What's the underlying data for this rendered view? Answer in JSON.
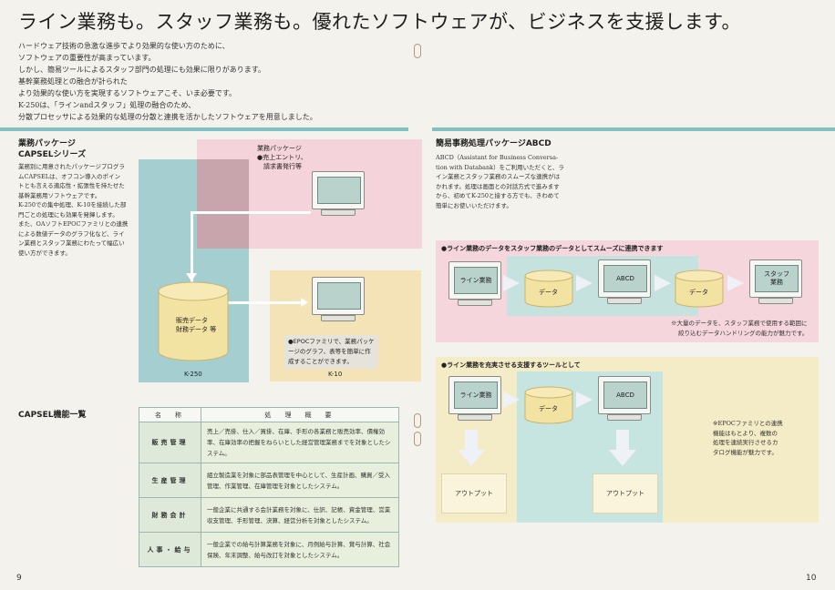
{
  "headline": "ライン業務も。スタッフ業務も。優れたソフトウェアが、ビジネスを支援します。",
  "intro": [
    "ハードウェア技術の急激な進歩でより効果的な使い方のために、",
    "ソフトウェアの重要性が高まっています。",
    "しかし、簡易ツールによるスタッフ部門の処理にも効果に限りがあります。",
    "基幹業務処理との融合が計られた",
    "より効果的な使い方を実現するソフトウェアこそ、いま必要です。",
    "K-250は、「ラインandスタッフ」処理の融合のため、",
    "分散プロセッサによる効果的な処理の分散と連携を活かしたソフトウェアを用意しました。"
  ],
  "left": {
    "section_title_1": "業務パッケージ",
    "section_title_2": "CAPSELシリーズ",
    "desc": [
      "業務別に用意されたパッケージプログラ",
      "ムCAPSELは、オフコン導入のポイン",
      "トとも言える適応性・拡張性を持たせた",
      "基幹業務用ソフトウェアです。",
      "K-250での集中処理、K-10を接続した部",
      "門ごとの処理にも効果を発揮します。",
      "また、OAソフトEPOCファミリとの連携",
      "による数値データのグラフ化など、ライ",
      "ン業務とスタッフ業務にわたって幅広い",
      "使い方ができます。"
    ],
    "diagram": {
      "pkg_title": "業務パッケージ",
      "pkg_line1": "●売上エントリ、",
      "pkg_line2": "請求書発行等",
      "db_line1": "販売データ",
      "db_line2": "財務データ 等",
      "k250": "K-250",
      "k10": "K-10",
      "epoc": [
        "●EPOCファミリで、業務パッケ",
        "ージのグラフ、表等を簡単に作",
        "成することができます。"
      ]
    },
    "func_title": "CAPSEL機能一覧",
    "table": {
      "headers": [
        "名　称",
        "処　理　概　要"
      ],
      "rows": [
        {
          "name": "販売管理",
          "desc": "売上／売掛、仕入／買掛、在庫、手形の各業務と販売効率、債権効率、在庫効率の把握をねらいとした経営管理業務までを対象としたシステム。"
        },
        {
          "name": "生産管理",
          "desc": "組立製造業を対象に部品表管理を中心として、生産計画、購買／受入管理、作業管理、在庫管理を対象としたシステム。"
        },
        {
          "name": "財務会計",
          "desc": "一般企業に共通する会計業務を対象に、仕訳、記帳、資金管理、営業収支管理、手形管理、決算、経営分析を対象としたシステム。"
        },
        {
          "name": "人事・給与",
          "desc": "一般企業での給与計算業務を対象に、月例給与計算、賞与計算、社会保険、年末調整、給与改訂を対象としたシステム。"
        }
      ]
    },
    "page_number": "9"
  },
  "right": {
    "section_title": "簡易事務処理パッケージABCD",
    "desc": [
      "ABCD（Assistant for Business Conversa-",
      "tion with Databank）をご利用いただくと、ラ",
      "イン業務とスタッフ業務のスムーズな連携がは",
      "かれます。処理は画面との対話方式で進みます",
      "から、初めてK-250と接する方でも、きわめて",
      "簡単にお使いいただけます。"
    ],
    "band1": {
      "label": "●ライン業務のデータをスタッフ業務のデータとしてスムーズに連携できます",
      "line_job": "ライン業務",
      "data1": "データ",
      "abcd": "ABCD",
      "data2": "データ",
      "staff": "スタッフ\n業務",
      "note1": "※大量のデータを、スタッフ業務で使用する範囲に",
      "note2": "絞り込むデータハンドリングの能力が魅力です。"
    },
    "band2": {
      "label": "●ライン業務を充実させる支援するツールとして",
      "line_job": "ライン業務",
      "data": "データ",
      "abcd": "ABCD",
      "output1": "アウトプット",
      "output2": "アウトプット",
      "note": [
        "※EPOCファミリとの連携",
        "機能はもとより、複数の",
        "処理を連続実行させるカ",
        "タログ機能が魅力です。"
      ]
    },
    "page_number": "10"
  }
}
